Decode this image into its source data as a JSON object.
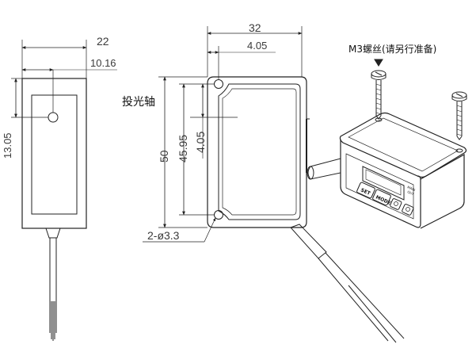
{
  "front_view": {
    "width": "22",
    "axis_offset": "10.16",
    "height": "13.05"
  },
  "side_view": {
    "width": "32",
    "hole_offset_x": "4.05",
    "hole_offset_y": "4.05",
    "height_total": "50",
    "hole_pitch": "45.95",
    "hole_spec": "2-ø3.3",
    "axis_label": "投光轴"
  },
  "iso_view": {
    "screw_label": "M3螺丝(请另行准备)",
    "button_set": "SET",
    "button_mode": "MODE",
    "indicator_1": "MAIN",
    "indicator_2": "OUT"
  }
}
